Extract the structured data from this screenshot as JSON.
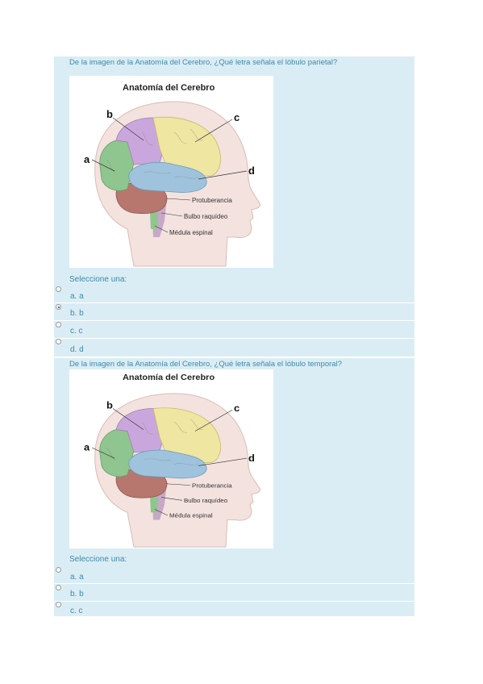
{
  "questions": [
    {
      "text": "De la imagen de la Anatomía del Cerebro, ¿Qué letra señala el lóbulo parietal?",
      "figure": {
        "title": "Anatomía del Cerebro",
        "letters": [
          "a",
          "b",
          "c",
          "d"
        ],
        "labels": [
          "Protuberancia",
          "Bulbo raquídeo",
          "Médula espinal"
        ]
      },
      "prompt": "Seleccione una:",
      "options": [
        {
          "label": "a. a",
          "checked": false
        },
        {
          "label": "b. b",
          "checked": true
        },
        {
          "label": "c. c",
          "checked": false
        },
        {
          "label": "d. d",
          "checked": false
        }
      ]
    },
    {
      "text": "De la imagen de la Anatomía del Cerebro, ¿Qué letra señala el lóbulo temporal?",
      "figure": {
        "title": "Anatomía del Cerebro",
        "letters": [
          "a",
          "b",
          "c",
          "d"
        ],
        "labels": [
          "Protuberancia",
          "Bulbo raquídeo",
          "Médula espinal"
        ]
      },
      "prompt": "Seleccione una:",
      "options": [
        {
          "label": "a. a",
          "checked": false
        },
        {
          "label": "b. b",
          "checked": false
        },
        {
          "label": "c. c",
          "checked": false
        }
      ]
    }
  ],
  "colors": {
    "panel": "#daedf5",
    "text": "#3f88a8",
    "frontal": "#8fc58e",
    "parietal": "#c9a7dc",
    "occipital": "#efe6a2",
    "temporal": "#9fc3dc",
    "cerebellum": "#b7776e",
    "head": "#f3e2de"
  }
}
